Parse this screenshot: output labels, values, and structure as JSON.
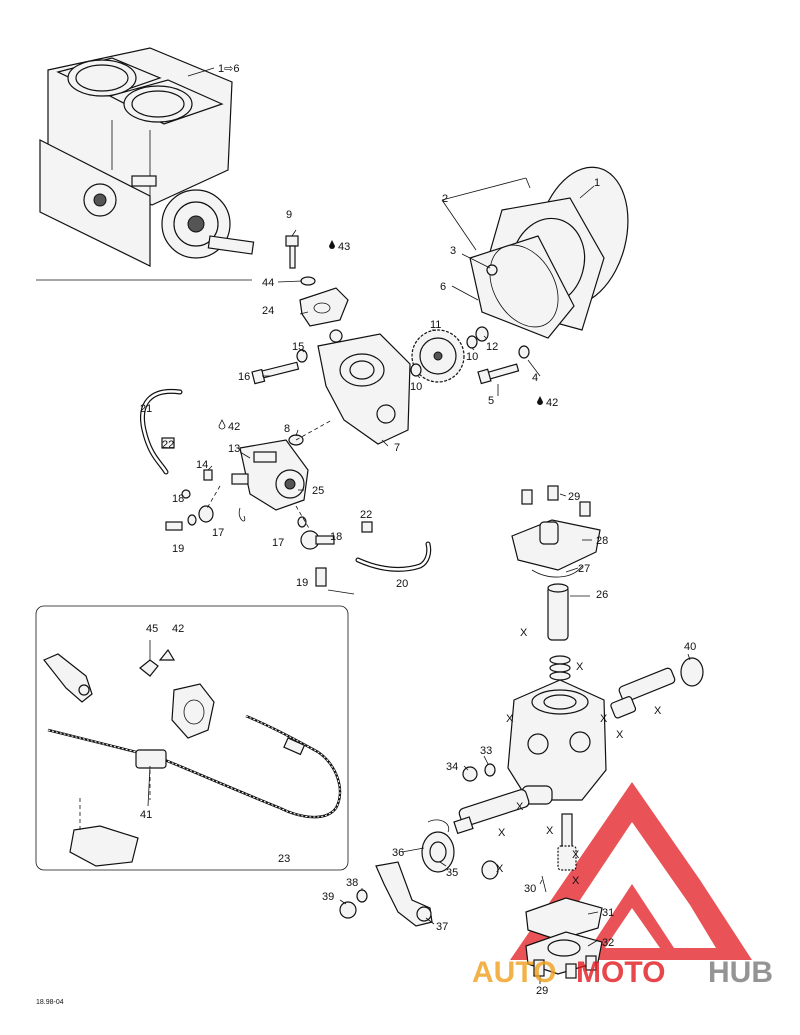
{
  "callouts": {
    "c1to6": "1⇨6",
    "c1": "1",
    "c2": "2",
    "c3": "3",
    "c4": "4",
    "c5": "5",
    "c6": "6",
    "c7": "7",
    "c8": "8",
    "c9": "9",
    "c10a": "10",
    "c10b": "10",
    "c11": "11",
    "c12": "12",
    "c13": "13",
    "c14": "14",
    "c15": "15",
    "c16": "16",
    "c17a": "17",
    "c17b": "17",
    "c18a": "18",
    "c18b": "18",
    "c19a": "19",
    "c19b": "19",
    "c20": "20",
    "c21": "21",
    "c22a": "22",
    "c22b": "22",
    "c23": "23",
    "c24": "24",
    "c25": "25",
    "c26": "26",
    "c27": "27",
    "c28": "28",
    "c29a": "29",
    "c29b": "29",
    "c30": "30",
    "c31": "31",
    "c32": "32",
    "c33": "33",
    "c34": "34",
    "c35": "35",
    "c36": "36",
    "c37": "37",
    "c38": "38",
    "c39": "39",
    "c40": "40",
    "c41": "41",
    "c42a": "42",
    "c42b": "42",
    "c42c": "42",
    "c43": "43",
    "c44": "44",
    "c45": "45"
  },
  "x_mark": "X",
  "ref_code": "18.98-04",
  "watermark": {
    "auto": "AUTO",
    "moto": "MOTO",
    "hub": "HUB"
  },
  "colors": {
    "line": "#111111",
    "watermark_red": "#e2191f",
    "watermark_gray": "#7a7a7a"
  }
}
